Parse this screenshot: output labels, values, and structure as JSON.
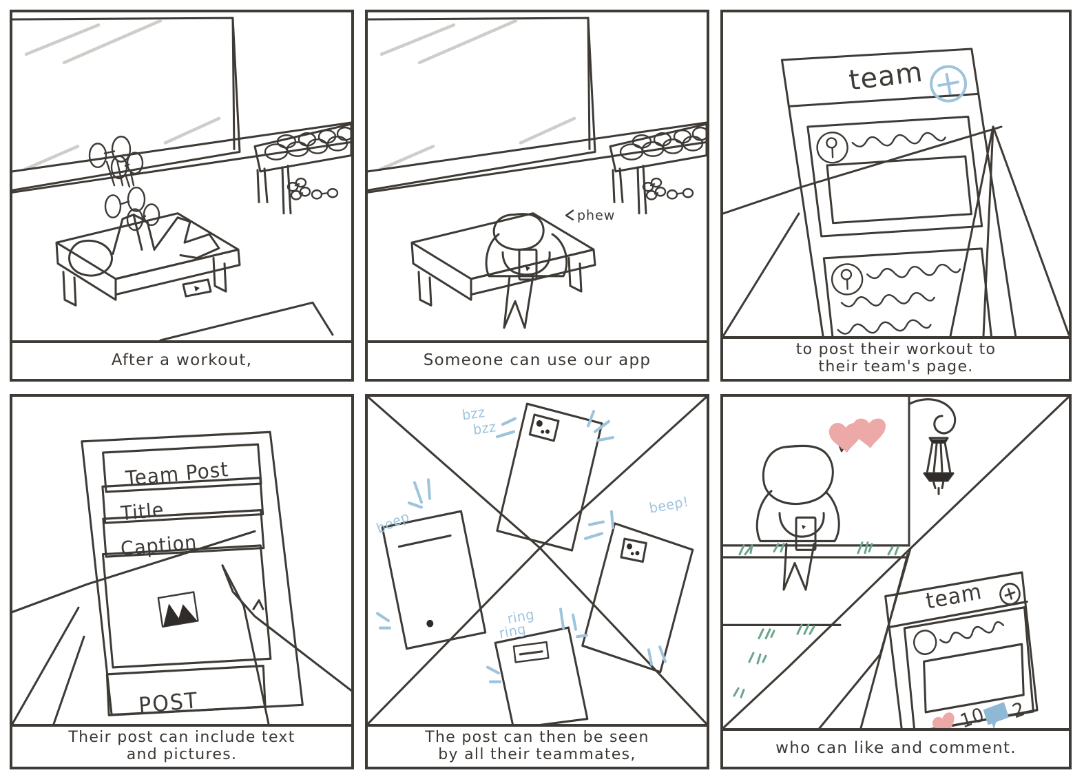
{
  "storyboard": {
    "title": "Workout team post storyboard",
    "colors": {
      "ink": "#3e3a36",
      "mirror_gray": "#cfcdc9",
      "accent_blue": "#9ec4dd",
      "heart_pink": "#eda8a8",
      "comment_blue": "#8fb8d4",
      "grass_green": "#6aa58c",
      "paper_white": "#ffffff"
    },
    "panels": [
      {
        "index": 1,
        "caption": "After a workout,",
        "scene": "gym-bench-press",
        "elements": [
          "mirror",
          "dumbbell-rack-table",
          "weight-bench",
          "stick-figure-lifting",
          "dumbbells-on-floor",
          "phone-on-floor"
        ],
        "sound_effects": []
      },
      {
        "index": 2,
        "caption": "Someone can use our app",
        "scene": "gym-bench-sitting",
        "elements": [
          "mirror",
          "dumbbell-rack-table",
          "weight-bench",
          "stick-figure-seated",
          "phone-in-hands"
        ],
        "sound_effects": [
          {
            "text": "phew",
            "marker": "<",
            "color": "#3e3a36"
          }
        ]
      },
      {
        "index": 3,
        "caption": "to post their workout to\ntheir team's page.",
        "scene": "phone-team-feed",
        "app": {
          "header_title": "team",
          "add_button_icon": "plus-circle-icon",
          "add_button_color": "#9ec4dd",
          "posts": [
            {
              "avatar": "person-avatar-icon",
              "text_lines": 1,
              "has_image": true
            },
            {
              "avatar": "person-avatar-icon",
              "text_lines": 3,
              "has_image": false
            }
          ]
        }
      },
      {
        "index": 4,
        "caption": "Their post can include text\nand pictures.",
        "scene": "phone-compose-form",
        "app": {
          "header_title": "Team Post",
          "fields": [
            {
              "label": "Title",
              "type": "text-input"
            },
            {
              "label": "Caption",
              "type": "text-input"
            }
          ],
          "image_picker_icon": "mountain-picture-icon",
          "submit_label": "POST",
          "pointer": "hand-cursor"
        }
      },
      {
        "index": 5,
        "caption": "The post can then be seen\nby all their teammates,",
        "scene": "four-phones-notifying",
        "phones": [
          {
            "position": "top",
            "notification_icon": "photo-thumbnail-icon"
          },
          {
            "position": "left",
            "notification_icon": "banner-bar-icon"
          },
          {
            "position": "right",
            "notification_icon": "photo-thumbnail-icon"
          },
          {
            "position": "bottom",
            "notification_icon": "banner-bar-icon"
          }
        ],
        "sound_effects": [
          {
            "text": "bzz\nbzz",
            "color": "#9ec4dd"
          },
          {
            "text": "beep",
            "color": "#9ec4dd"
          },
          {
            "text": "beep!",
            "color": "#9ec4dd"
          },
          {
            "text": "ring\nring",
            "color": "#9ec4dd"
          }
        ]
      },
      {
        "index": 6,
        "caption": "who can like and comment.",
        "scene": "outdoors-person-phone",
        "elements": [
          "stick-figure-standing",
          "heart-reaction",
          "lamppost",
          "grass-tufts",
          "sidewalk"
        ],
        "app": {
          "header_title": "team",
          "add_button_icon": "plus-circle-icon",
          "post": {
            "avatar": "person-avatar-icon",
            "text_lines": 1,
            "has_image": true
          },
          "like_icon": "heart-icon",
          "like_count": "10",
          "comment_icon": "speech-bubble-icon",
          "comment_count": "2"
        }
      }
    ]
  }
}
